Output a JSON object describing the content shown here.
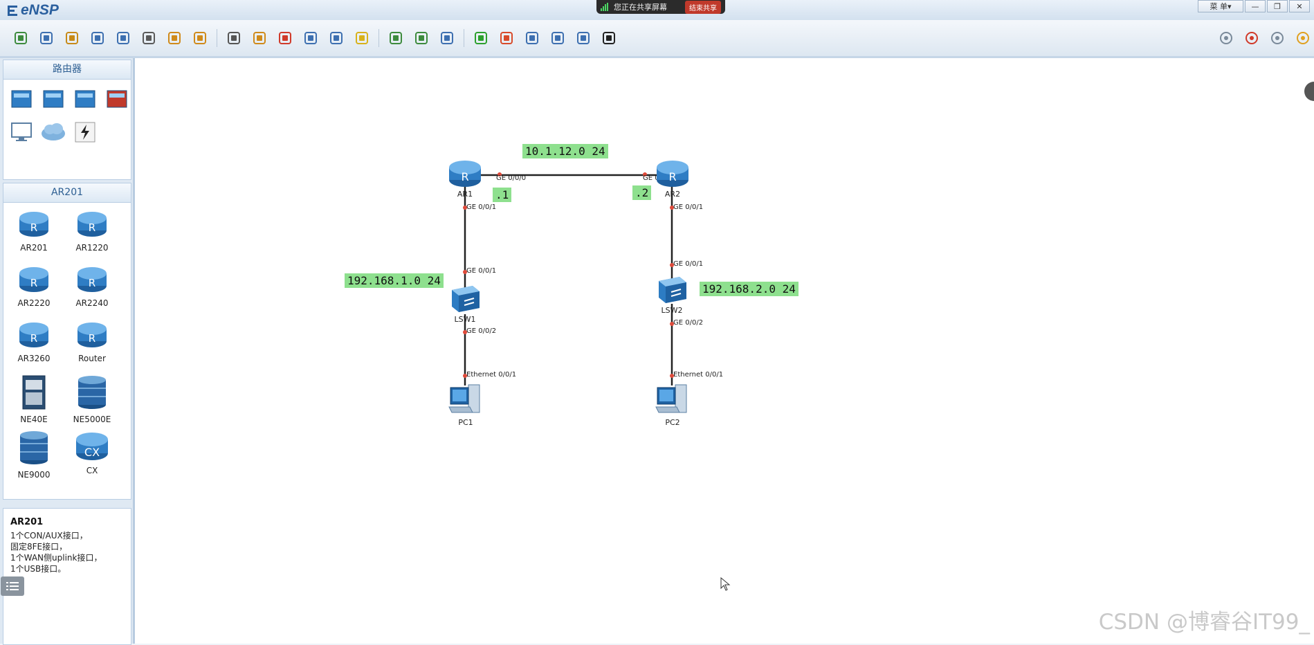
{
  "app": {
    "title": "eNSP"
  },
  "share": {
    "status": "您正在共享屏幕",
    "stop": "结束共享"
  },
  "window": {
    "menu": "菜 单▾",
    "min": "—",
    "restore": "❐",
    "close": "✕"
  },
  "toolbar": {
    "icons": [
      "new-topology-icon",
      "new-topo-icon",
      "open-icon",
      "save-icon",
      "save-as-icon",
      "print-icon",
      "undo-icon",
      "redo-icon",
      "select-icon",
      "pan-hand-icon",
      "delete-icon",
      "delete-link-icon",
      "text-note-icon",
      "rectangle-icon",
      "zoom-in-icon",
      "zoom-out-icon",
      "fit-icon",
      "start-device-icon",
      "stop-device-icon",
      "capture-icon",
      "topology-icon",
      "display-grid-icon",
      "cli-icon"
    ],
    "right_icons": [
      "chat-icon",
      "huawei-icon",
      "settings-icon",
      "help-icon"
    ]
  },
  "left_panel": {
    "category_title": "路由器",
    "categories": [
      "router-category-icon",
      "switch-category-icon",
      "wlan-category-icon",
      "firewall-category-icon",
      "pc-category-icon",
      "cloud-category-icon",
      "link-category-icon"
    ],
    "device_title": "AR201",
    "devices": [
      {
        "label": "AR201",
        "icon": "router-icon"
      },
      {
        "label": "AR1220",
        "icon": "router-icon"
      },
      {
        "label": "AR2220",
        "icon": "router-icon"
      },
      {
        "label": "AR2240",
        "icon": "router-icon"
      },
      {
        "label": "AR3260",
        "icon": "router-icon"
      },
      {
        "label": "Router",
        "icon": "router-icon"
      },
      {
        "label": "NE40E",
        "icon": "ne40e-icon"
      },
      {
        "label": "NE5000E",
        "icon": "ne5000e-icon"
      },
      {
        "label": "NE9000",
        "icon": "ne9000-icon"
      },
      {
        "label": "CX",
        "icon": "cx-icon"
      }
    ],
    "info": {
      "title": "AR201",
      "lines": [
        "1个CON/AUX接口，",
        "固定8FE接口，",
        "1个WAN侧uplink接口，",
        "1个USB接口。"
      ]
    }
  },
  "topology": {
    "nodes": [
      {
        "id": "AR1",
        "label": "AR1",
        "type": "router"
      },
      {
        "id": "AR2",
        "label": "AR2",
        "type": "router"
      },
      {
        "id": "LSW1",
        "label": "LSW1",
        "type": "switch"
      },
      {
        "id": "LSW2",
        "label": "LSW2",
        "type": "switch"
      },
      {
        "id": "PC1",
        "label": "PC1",
        "type": "pc"
      },
      {
        "id": "PC2",
        "label": "PC2",
        "type": "pc"
      }
    ],
    "ports": {
      "ar1_ge000": "GE 0/0/0",
      "ar2_ge000": "GE 0/0/0",
      "ar1_ge001": "GE 0/0/1",
      "ar2_ge001": "GE 0/0/1",
      "lsw1_ge001": "GE 0/0/1",
      "lsw1_ge002": "GE 0/0/2",
      "lsw2_ge001": "GE 0/0/1",
      "lsw2_ge002": "GE 0/0/2",
      "pc1_eth": "Ethernet 0/0/1",
      "pc2_eth": "Ethernet 0/0/1"
    },
    "tags": {
      "wan_net": "10.1.12.0 24",
      "ar1_ip": ".1",
      "ar2_ip": ".2",
      "lan1_net": "192.168.1.0 24",
      "lan2_net": "192.168.2.0 24"
    }
  },
  "watermark": "CSDN @博睿谷IT99_"
}
